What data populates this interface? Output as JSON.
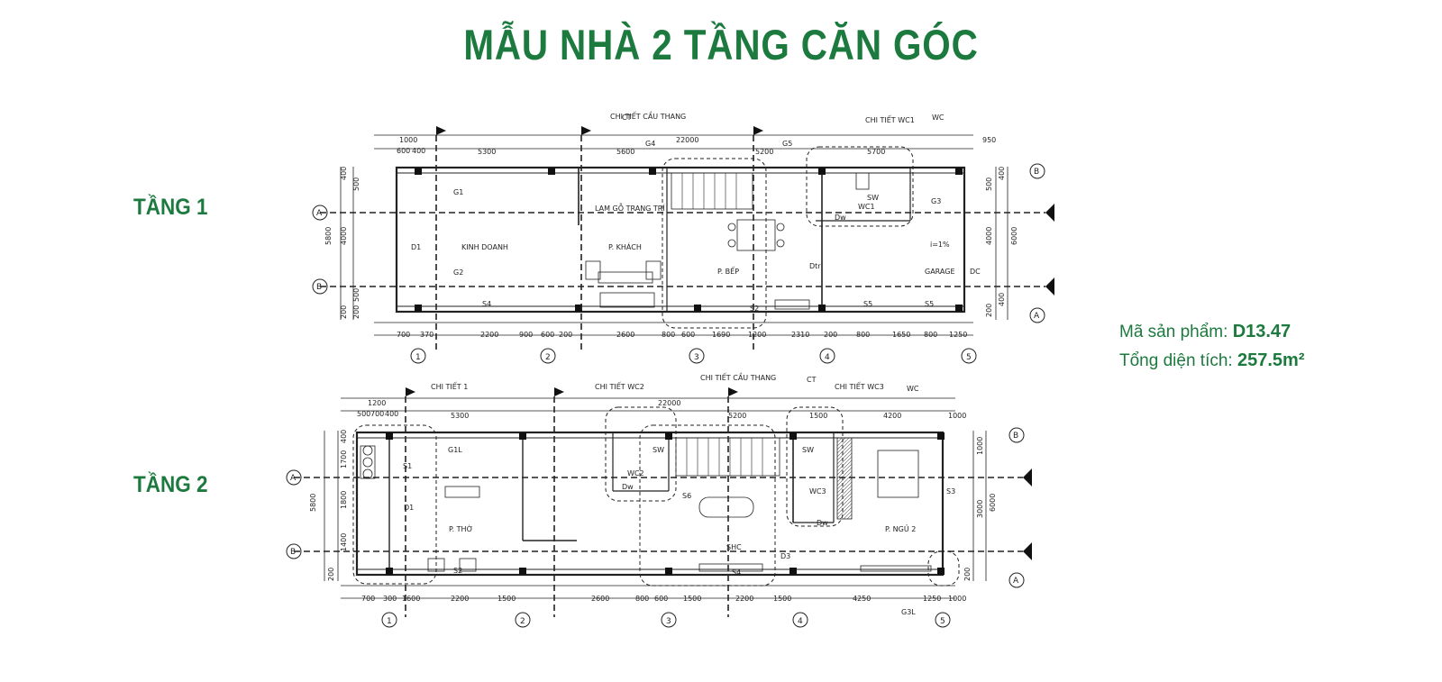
{
  "title": "MẪU NHÀ 2 TẦNG CĂN GÓC",
  "floors": {
    "f1": "TẦNG 1",
    "f2": "TẦNG 2"
  },
  "product": {
    "code_label": "Mã sản phẩm:",
    "code_value": "D13.47",
    "area_label": "Tổng diện tích:",
    "area_value": "257.5m²"
  },
  "plan1": {
    "callouts": [
      "CHI TIẾT CẦU THANG",
      "CHI TIẾT WC1"
    ],
    "rooms": [
      "KINH DOANH",
      "P. KHÁCH",
      "LAM GỖ TRANG TRÍ",
      "P. BẾP",
      "WC1",
      "GARAGE",
      "i=1%"
    ],
    "total_dim": "22000",
    "top_dims": [
      "5300",
      "5600",
      "5200",
      "5700"
    ],
    "top_small": [
      "1000",
      "600",
      "400",
      "950"
    ],
    "bottom_dims": [
      "700",
      "370",
      "2200",
      "900",
      "600",
      "200",
      "2600",
      "800",
      "600",
      "1690",
      "1200",
      "2310",
      "200",
      "800",
      "1650",
      "800",
      "1250"
    ],
    "left_dims": [
      "5800",
      "400",
      "500",
      "4000",
      "500",
      "200",
      "200"
    ],
    "right_dims": [
      "6000",
      "400",
      "500",
      "4000",
      "400",
      "200"
    ],
    "grid_numbers": [
      "1",
      "2",
      "3",
      "4",
      "5"
    ],
    "grid_letters": [
      "A",
      "B"
    ],
    "tags": [
      "G1",
      "G2",
      "G3",
      "G4",
      "G5",
      "D1",
      "Dw",
      "Dtr",
      "DC",
      "S4",
      "S2",
      "S5",
      "S5",
      "SW",
      "CT",
      "WC"
    ]
  },
  "plan2": {
    "callouts": [
      "CHI TIẾT 1",
      "CHI TIẾT WC2",
      "CHI TIẾT CẦU THANG",
      "CHI TIẾT WC3"
    ],
    "rooms": [
      "P. THỜ",
      "WC2",
      "SHC",
      "WC3",
      "P. NGỦ 2"
    ],
    "total_dim": "22000",
    "top_dims": [
      "5300",
      "5200",
      "4200"
    ],
    "top_small": [
      "1200",
      "500",
      "700",
      "400",
      "1500",
      "1000"
    ],
    "bottom_dims": [
      "700",
      "300",
      "1600",
      "2200",
      "1500",
      "2600",
      "800",
      "600",
      "1500",
      "2200",
      "1500",
      "4250",
      "1250",
      "1000"
    ],
    "left_dims": [
      "5800",
      "400",
      "1700",
      "1800",
      "1400",
      "200"
    ],
    "right_dims": [
      "6000",
      "1000",
      "3000",
      "200"
    ],
    "grid_numbers": [
      "1",
      "2",
      "3",
      "4",
      "5"
    ],
    "grid_letters": [
      "A",
      "B"
    ],
    "tags": [
      "G1L",
      "S1",
      "D1",
      "S2",
      "S3",
      "S6",
      "D3",
      "Dw",
      "Dw",
      "SW",
      "SW",
      "S4",
      "G3L",
      "CT",
      "WC"
    ]
  },
  "colors": {
    "brand": "#1d7a3f",
    "line": "#222222"
  }
}
